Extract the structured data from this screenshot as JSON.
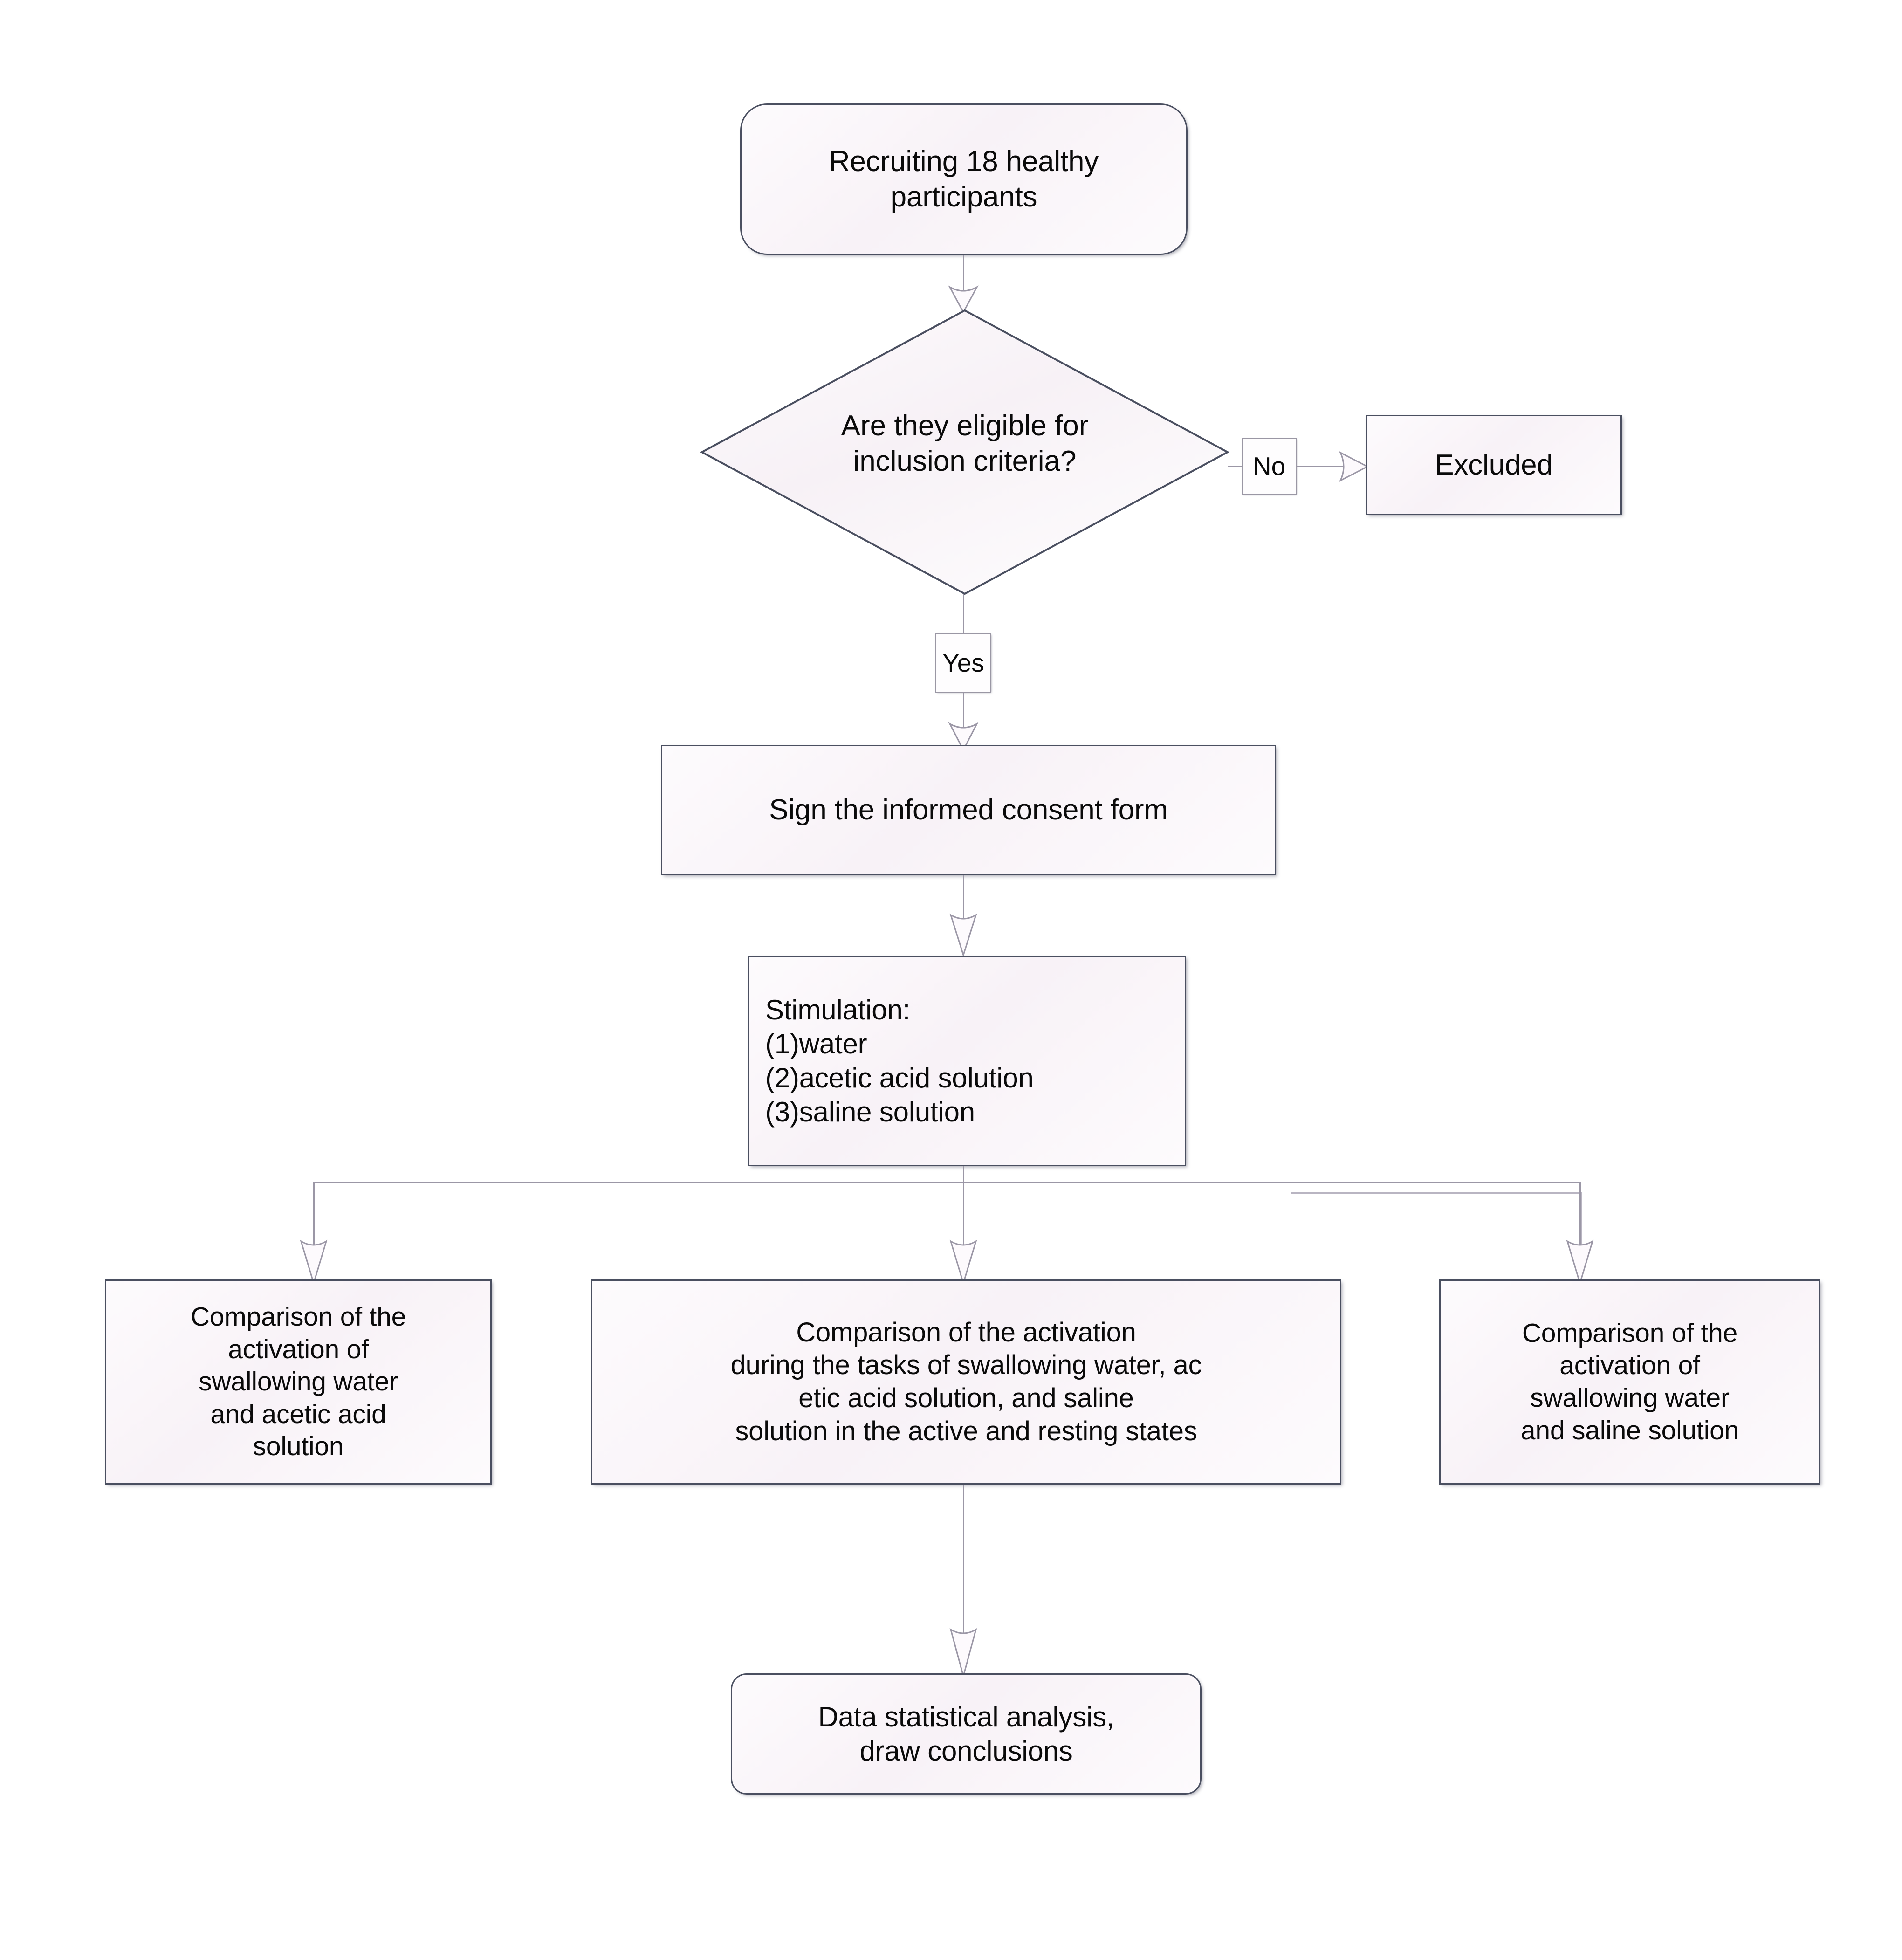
{
  "diagram": {
    "title": "Study participant recruitment and stimulation comparison flowchart",
    "colors": {
      "node_fill": "#f9f4f8",
      "node_border": "#4a4f60",
      "connector": "#9b97a6",
      "text": "#0a0a0a",
      "background": "#ffffff"
    },
    "nodes": {
      "start": {
        "shape": "rounded-rectangle",
        "line1": "Recruiting 18 healthy",
        "line2": "participants"
      },
      "decision": {
        "shape": "diamond",
        "line1": "Are they eligible for",
        "line2": "inclusion criteria?"
      },
      "excluded": {
        "shape": "rectangle",
        "label": "Excluded"
      },
      "consent": {
        "shape": "rectangle",
        "label": "Sign the informed consent form"
      },
      "stimulation": {
        "shape": "rectangle",
        "line1": "Stimulation:",
        "line2": "(1)water",
        "line3": "(2)acetic acid solution",
        "line4": "(3)saline solution"
      },
      "compare_left": {
        "shape": "rectangle",
        "line1": "Comparison of the",
        "line2": "activation of",
        "line3": "swallowing water",
        "line4": "and acetic acid",
        "line5": "solution"
      },
      "compare_middle": {
        "shape": "rectangle",
        "line1": "Comparison of the activation",
        "line2": "during the tasks of swallowing water, ac",
        "line3": "etic acid solution, and saline",
        "line4": "solution in the active and resting states"
      },
      "compare_right": {
        "shape": "rectangle",
        "line1": "Comparison of the",
        "line2": "activation of",
        "line3": "swallowing water",
        "line4": "and saline solution"
      },
      "final": {
        "shape": "rounded-rectangle",
        "line1": "Data statistical analysis,",
        "line2": "draw conclusions"
      }
    },
    "edge_labels": {
      "no": "No",
      "yes": "Yes"
    }
  }
}
